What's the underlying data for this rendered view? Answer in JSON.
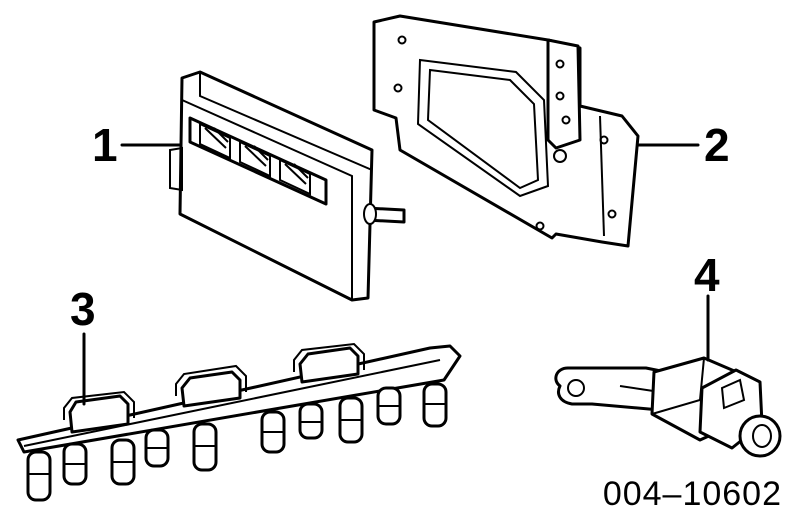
{
  "callouts": {
    "c1": "1",
    "c2": "2",
    "c3": "3",
    "c4": "4"
  },
  "reference_code": "004–10602"
}
